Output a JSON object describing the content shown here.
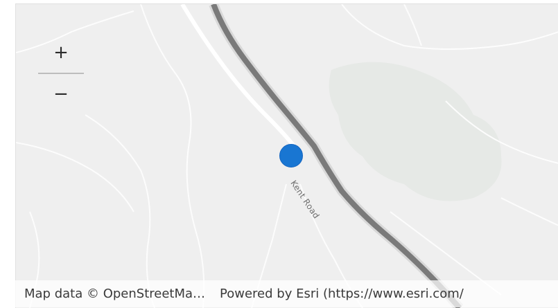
{
  "map": {
    "road_label": "Kent Road",
    "marker_color": "#1976d2",
    "background_color": "#efefef",
    "park_color": "#e4e8e4"
  },
  "zoom": {
    "in_label": "+",
    "out_label": "−"
  },
  "attribution": {
    "osm_text": "Map data © OpenStreetMa…",
    "esri_text": "Powered by Esri (https://www.esri.com/"
  }
}
